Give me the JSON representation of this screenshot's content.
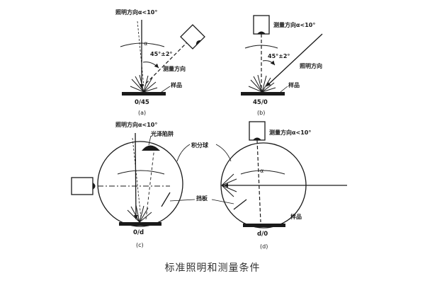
{
  "caption": "标准照明和测量条件",
  "panels": {
    "a": {
      "id": "(a)",
      "geometry": "0/45",
      "illum_label": "照明方向α<10°",
      "angle_label": "45°±2°",
      "measure_label": "测量方向",
      "sample_label": "样品",
      "alpha": "α"
    },
    "b": {
      "id": "(b)",
      "geometry": "45/0",
      "measure_label": "测量方向α<10°",
      "angle_label": "45°±2°",
      "illum_label": "照明方向",
      "sample_label": "样品"
    },
    "c": {
      "id": "(c)",
      "geometry": "0/d",
      "illum_label": "照明方向α<10°",
      "trap_label": "光泽陷阱"
    },
    "d": {
      "id": "(d)",
      "geometry": "d/0",
      "measure_label": "测量方向α<10°",
      "sample_label": "样品",
      "alpha": "α"
    }
  },
  "shared": {
    "sphere_label": "积分球",
    "baffle_label": "挡板"
  }
}
